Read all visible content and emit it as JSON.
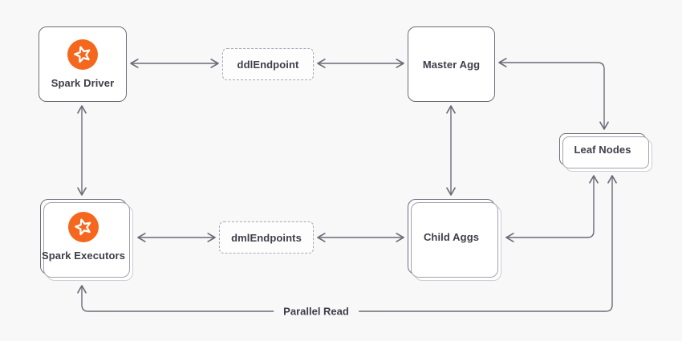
{
  "diagram": {
    "nodes": {
      "spark_driver": {
        "label": "Spark Driver"
      },
      "ddl_endpoint": {
        "label": "ddlEndpoint"
      },
      "master_agg": {
        "label": "Master Agg"
      },
      "leaf_nodes": {
        "label": "Leaf Nodes"
      },
      "spark_executors": {
        "label": "Spark Executors"
      },
      "dml_endpoints": {
        "label": "dmlEndpoints"
      },
      "child_aggs": {
        "label": "Child Aggs"
      }
    },
    "edge_labels": {
      "parallel_read": "Parallel Read"
    },
    "icons": {
      "spark_driver_icon": "singlestore-star-icon",
      "spark_executors_icon": "singlestore-star-icon"
    },
    "colors": {
      "background": "#f8f8f9",
      "node_fill": "#ffffff",
      "node_border": "#6e6e7a",
      "stack_border_mid": "#a2a2ad",
      "stack_border_light": "#cdcdd5",
      "dashed_border": "#a8a8b2",
      "connector": "#6b6b77",
      "text": "#3e3e4a",
      "brand_orange": "#f5671d"
    }
  }
}
